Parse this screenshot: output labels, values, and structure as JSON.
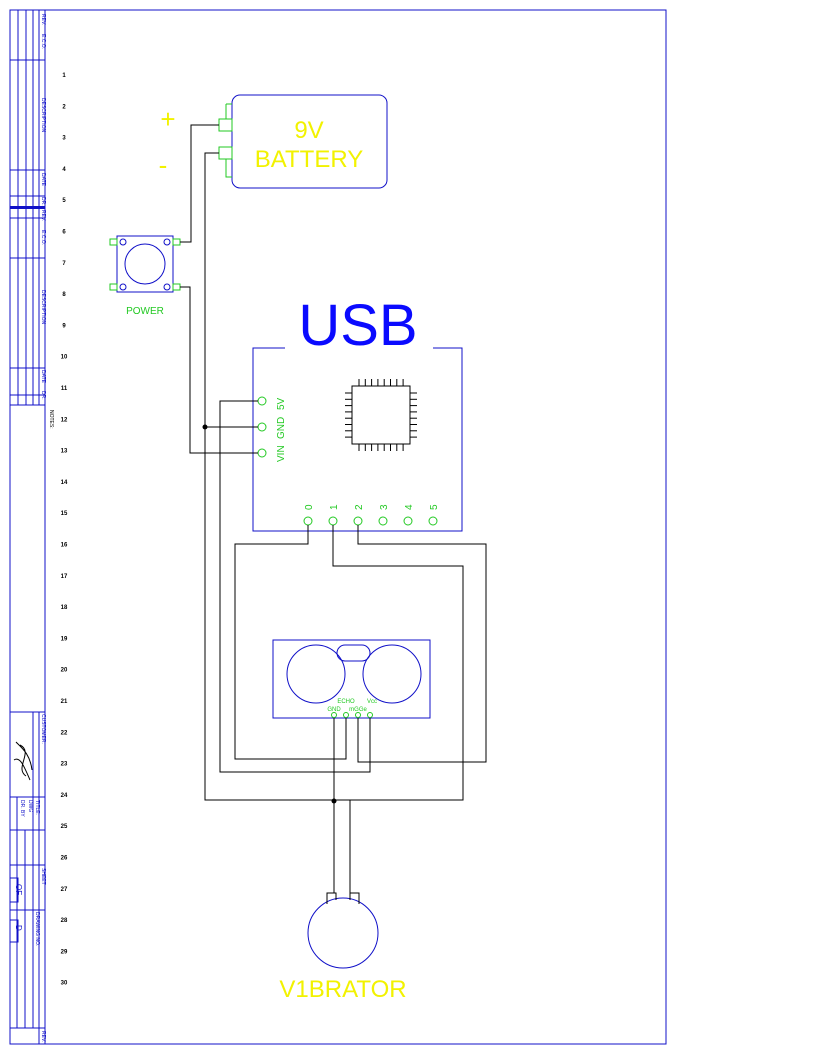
{
  "colors": {
    "frame": "#1010c8",
    "wire": "#000000",
    "label_yellow": "#f2f200",
    "label_green": "#22c922",
    "usb_blue": "#0a0aff"
  },
  "row_numbers": [
    "1",
    "2",
    "3",
    "4",
    "5",
    "6",
    "7",
    "8",
    "9",
    "10",
    "11",
    "12",
    "13",
    "14",
    "15",
    "16",
    "17",
    "18",
    "19",
    "20",
    "21",
    "22",
    "23",
    "24",
    "25",
    "26",
    "27",
    "28",
    "29",
    "30"
  ],
  "title_block": {
    "rev": "REV.",
    "eco": "E.C.O.",
    "description": "DESCRIPTION",
    "date": "DATE",
    "dr": "DR.",
    "notes": "NOTES:",
    "customer": "CUSTOMER:",
    "title": "TITLE:",
    "dwg": "DWG",
    "dr_by": "DR. BY",
    "sheet": "SHEET",
    "of": "OF",
    "size": "D",
    "drawing_no": "DRAWING NO."
  },
  "battery": {
    "line1": "9V",
    "line2": "BATTERY",
    "plus": "+",
    "minus": "-"
  },
  "power_label": "POWER",
  "usb_label": "USB",
  "arduino_power_pins": [
    "VIN",
    "GND",
    "5V"
  ],
  "arduino_digital_pins": [
    "0",
    "1",
    "2",
    "3",
    "4",
    "5"
  ],
  "sensor": {
    "gnd": "GND",
    "echo": "ECHO",
    "trig": "mGGe",
    "vcc": "Vcc"
  },
  "vibrator_label": "V1BRATOR"
}
